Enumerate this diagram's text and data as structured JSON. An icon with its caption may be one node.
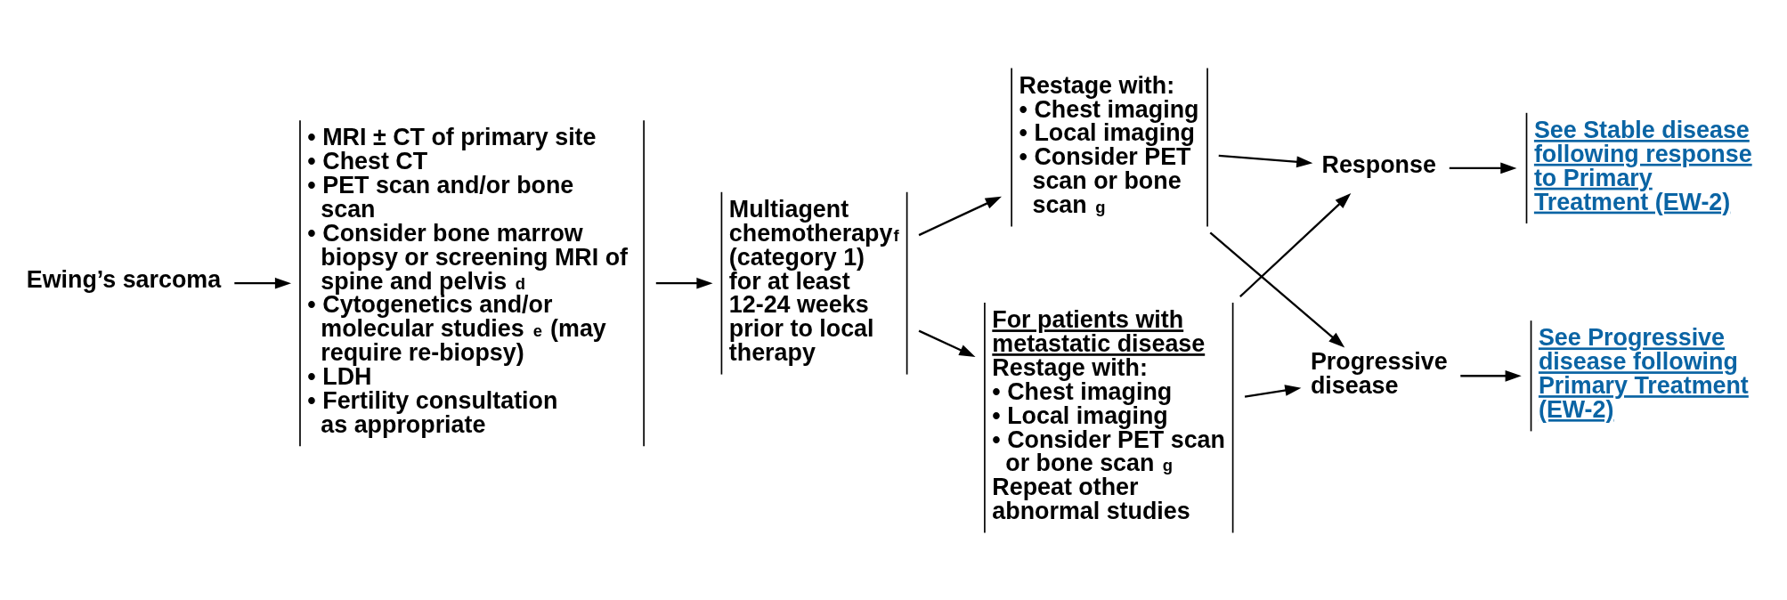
{
  "diagram": {
    "nodes": [
      {
        "text": [
          "Ewing’s sarcoma"
        ]
      },
      {
        "text": [
          "• MRI ± CT of primary site",
          "• Chest CT",
          "• PET scan and/or bone scan",
          "• Consider bone marrow biopsy or screening MRI of spine and pelvis$^{d}$",
          "• Cytogenetics and/or molecular studies$^{e}$ (may require re-biopsy)",
          "• LDH",
          "• Fertility consultation as appropriate"
        ]
      },
      {
        "text": [
          "Multiagent chemotherapy$^{f}$ (category 1) for at least 12-24 weeks prior to local therapy"
        ]
      },
      {
        "text": [
          "Restage with:",
          "• Chest imaging",
          "• Local imaging",
          "• Consider PET scan or bone scan$^{g}$"
        ]
      },
      {
        "text": [
          "For patients with metastatic disease",
          "Restage with:",
          "• Chest imaging",
          "• Local imaging",
          "• Consider PET scan or bone scan$^{g}$",
          "Repeat other abnormal studies"
        ]
      },
      {
        "text": [
          "Response"
        ]
      },
      {
        "text": [
          "Progressive disease"
        ]
      },
      {
        "text": [
          "See Stable disease following response to Primary Treatment (EW-2)"
        ]
      },
      {
        "text": [
          "See Progressive disease following Primary Treatment (EW-2)"
        ]
      }
    ],
    "edges": [
      {
        "from": 0,
        "to": 1,
        "arrow": "to"
      },
      {
        "from": 1,
        "to": 2,
        "arrow": "to"
      },
      {
        "from": 2,
        "to": 3,
        "arrow": "to"
      },
      {
        "from": 2,
        "to": 4,
        "arrow": "to"
      },
      {
        "from": 3,
        "to": 5,
        "arrow": "to"
      },
      {
        "from": 3,
        "to": 6,
        "arrow": "to"
      },
      {
        "from": 4,
        "to": 5,
        "arrow": "to"
      },
      {
        "from": 4,
        "to": 6,
        "arrow": "to"
      },
      {
        "from": 5,
        "to": 7,
        "arrow": "to"
      },
      {
        "from": 6,
        "to": 8,
        "arrow": "to"
      }
    ]
  }
}
